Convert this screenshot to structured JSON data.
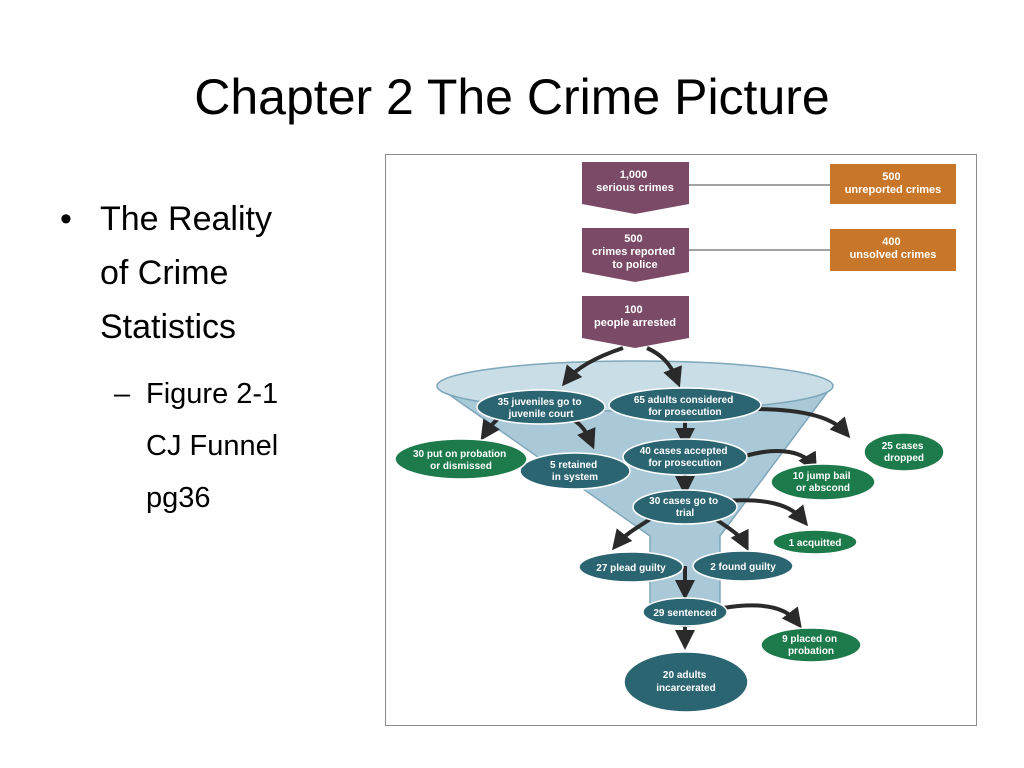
{
  "slide": {
    "title": "Chapter 2 The Crime Picture",
    "bullet": {
      "icon": "bullet-dot-icon",
      "lines": [
        "The Reality",
        "of Crime",
        "Statistics"
      ]
    },
    "sub_bullet": {
      "icon": "dash-icon",
      "dash": "–",
      "lines": [
        "Figure 2-1",
        "CJ Funnel",
        "pg36"
      ]
    }
  },
  "figure": {
    "colors": {
      "purple": "#7b4a67",
      "orange": "#c8772a",
      "teal": "#2c6572",
      "green": "#1d7a4a",
      "funnel": "#a9c9d8",
      "funnel_dark": "#7ea7bb",
      "arrow": "#2a2a2a"
    },
    "top_boxes": [
      {
        "lines": [
          "1,000",
          "serious crimes"
        ]
      },
      {
        "lines": [
          "500",
          "crimes reported",
          "to police"
        ]
      },
      {
        "lines": [
          "100",
          "people arrested"
        ]
      }
    ],
    "side_boxes": [
      {
        "lines": [
          "500",
          "unreported crimes"
        ]
      },
      {
        "lines": [
          "400",
          "unsolved crimes"
        ]
      }
    ],
    "teal_nodes": {
      "juveniles": [
        "35 juveniles go to",
        "juvenile court"
      ],
      "adults": [
        "65 adults considered",
        "for prosecution"
      ],
      "retained": [
        "5 retained",
        "in system"
      ],
      "accepted": [
        "40 cases accepted",
        "for prosecution"
      ],
      "trial": [
        "30 cases go to",
        "trial"
      ],
      "plead": [
        "27 plead guilty"
      ],
      "found": [
        "2 found guilty"
      ],
      "sentenced": [
        "29 sentenced"
      ],
      "incarcerated": [
        "20 adults",
        "incarcerated"
      ]
    },
    "green_nodes": {
      "probation_dismissed": [
        "30 put on probation",
        "or dismissed"
      ],
      "dropped": [
        "25 cases",
        "dropped"
      ],
      "jump_bail": [
        "10 jump bail",
        "or abscond"
      ],
      "acquitted": [
        "1 acquitted"
      ],
      "placed_probation": [
        "9 placed on",
        "probation"
      ]
    }
  }
}
